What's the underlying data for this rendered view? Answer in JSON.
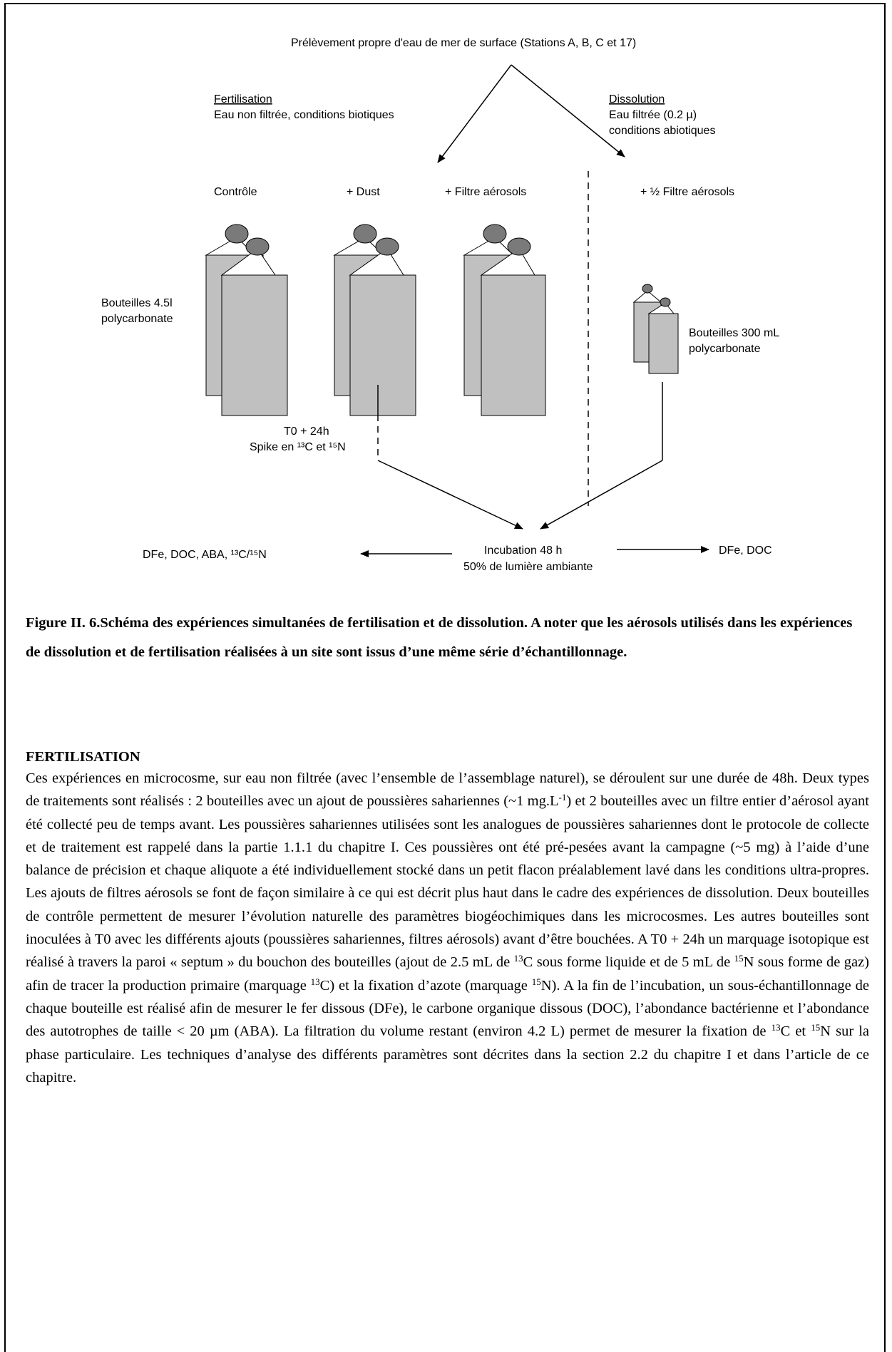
{
  "diagram": {
    "top_label": "Prélèvement propre d'eau de mer de surface (Stations A, B, C et 17)",
    "fertilisation": {
      "title": "Fertilisation",
      "desc": "Eau non filtrée, conditions biotiques"
    },
    "dissolution": {
      "title": "Dissolution",
      "desc_line1": "Eau filtrée (0.2 µ)",
      "desc_line2": "conditions abiotiques"
    },
    "treatments": [
      "Contrôle",
      "+ Dust",
      "+ Filtre aérosols",
      "+ ½ Filtre aérosols"
    ],
    "bottles_large_line1": "Bouteilles 4.5l",
    "bottles_large_line2": "polycarbonate",
    "bottles_small_line1": "Bouteilles 300 mL",
    "bottles_small_line2": "polycarbonate",
    "spike_line1": "T0 + 24h",
    "spike_line2": "Spike en ¹³C et ¹⁵N",
    "incubation_line1": "Incubation 48 h",
    "incubation_line2": "50% de lumière ambiante",
    "output_left": "DFe, DOC, ABA, ¹³C/¹⁵N",
    "output_right": "DFe, DOC"
  },
  "caption": "Figure II. 6.Schéma des expériences simultanées de fertilisation et de dissolution. A noter que les aérosols utilisés dans les expériences de dissolution et de fertilisation réalisées à un site sont issus d’une même série d’échantillonnage.",
  "section": {
    "title": "FERTILISATION",
    "t1": "Ces expériences en microcosme, sur eau non filtrée (avec l’ensemble de l’assemblage naturel), se déroulent sur une durée de 48h. Deux types de traitements sont réalisés : 2 bouteilles avec un ajout de poussières sahariennes (~1 mg.L",
    "sup1": "-1",
    "t2": ") et 2 bouteilles avec un filtre entier d’aérosol ayant été collecté peu de temps avant. Les poussières sahariennes utilisées sont les analogues de poussières sahariennes dont le protocole de collecte et de traitement est rappelé dans la partie 1.1.1 du chapitre I. Ces poussières ont été pré-pesées avant la campagne (~5 mg) à l’aide d’une balance de précision et chaque aliquote a été individuellement stocké dans un petit flacon préalablement lavé dans les conditions ultra-propres. Les ajouts de filtres aérosols se font de façon similaire à ce qui est décrit plus haut dans le cadre des expériences de dissolution. Deux bouteilles de contrôle permettent de mesurer l’évolution naturelle des paramètres biogéochimiques dans les microcosmes. Les autres bouteilles sont inoculées à T0 avec les différents ajouts (poussières sahariennes, filtres aérosols) avant d’être bouchées. A T0 + 24h un marquage isotopique est réalisé à travers la paroi « septum » du bouchon des bouteilles (ajout de 2.5 mL de ",
    "sup2": "13",
    "t3": "C sous forme liquide et de 5 mL de ",
    "sup3": "15",
    "t4": "N sous forme de gaz) afin de tracer la production primaire (marquage ",
    "sup4": "13",
    "t5": "C) et la fixation d’azote (marquage ",
    "sup5": "15",
    "t6": "N). A la fin de l’incubation, un sous-échantillonnage de chaque bouteille est réalisé afin de mesurer le fer dissous (DFe), le carbone organique dissous (DOC), l’abondance bactérienne et l’abondance des autotrophes de taille < 20 µm (ABA). La filtration du volume restant (environ 4.2 L) permet de mesurer la fixation de ",
    "sup6": "13",
    "t7": "C et ",
    "sup7": "15",
    "t8": "N sur la phase particulaire. Les techniques d’analyse des différents paramètres sont décrites dans la section 2.2 du chapitre I et dans l’article de ce chapitre."
  }
}
